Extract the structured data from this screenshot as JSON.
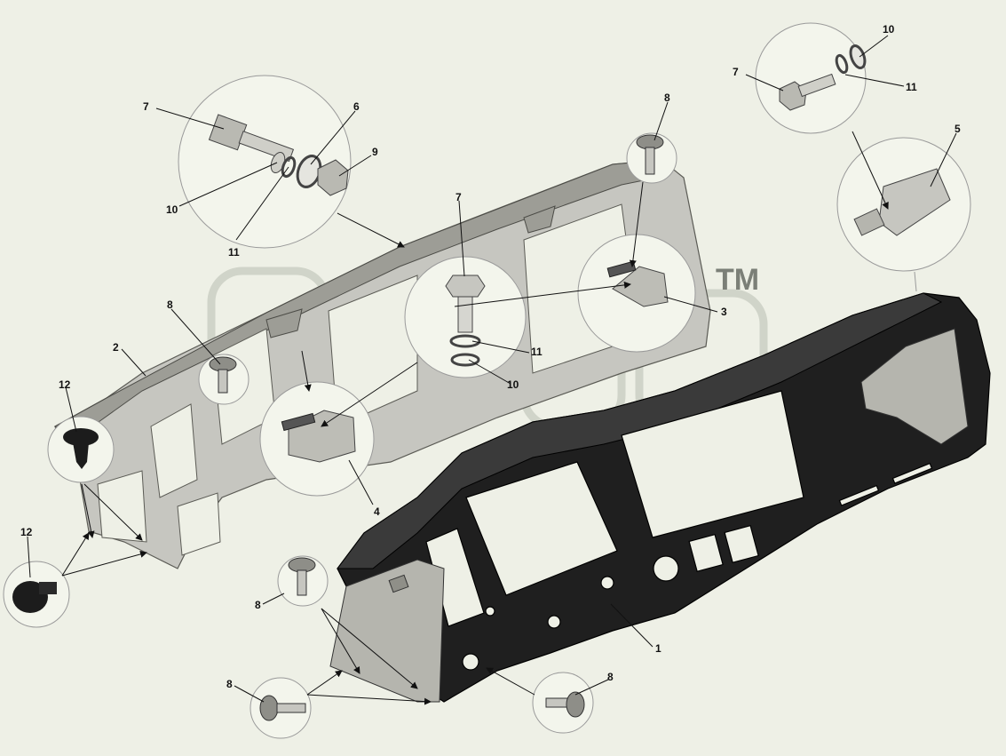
{
  "diagram": {
    "watermark": "TM",
    "callouts": [
      {
        "id": "c1",
        "text": "1"
      },
      {
        "id": "c2",
        "text": "2"
      },
      {
        "id": "c3",
        "text": "3"
      },
      {
        "id": "c4",
        "text": "4"
      },
      {
        "id": "c5",
        "text": "5"
      },
      {
        "id": "c6",
        "text": "6"
      },
      {
        "id": "c7a",
        "text": "7"
      },
      {
        "id": "c7b",
        "text": "7"
      },
      {
        "id": "c7c",
        "text": "7"
      },
      {
        "id": "c8a",
        "text": "8"
      },
      {
        "id": "c8b",
        "text": "8"
      },
      {
        "id": "c8c",
        "text": "8"
      },
      {
        "id": "c8d",
        "text": "8"
      },
      {
        "id": "c8e",
        "text": "8"
      },
      {
        "id": "c9",
        "text": "9"
      },
      {
        "id": "c10a",
        "text": "10"
      },
      {
        "id": "c10b",
        "text": "10"
      },
      {
        "id": "c10c",
        "text": "10"
      },
      {
        "id": "c11a",
        "text": "11"
      },
      {
        "id": "c11b",
        "text": "11"
      },
      {
        "id": "c11c",
        "text": "11"
      },
      {
        "id": "c12a",
        "text": "12"
      },
      {
        "id": "c12b",
        "text": "12"
      }
    ]
  }
}
